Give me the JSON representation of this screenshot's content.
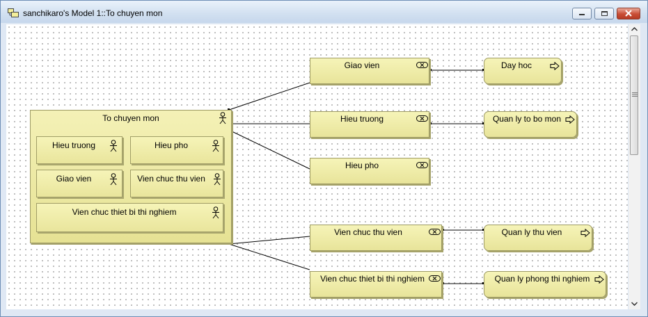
{
  "window": {
    "title": "sanchikaro's Model 1::To chuyen mon"
  },
  "package": {
    "title": "To chuyen mon",
    "members": [
      "Hieu truong",
      "Hieu pho",
      "Giao vien",
      "Vien chuc thu vien",
      "Vien chuc thiet bi thi nghiem"
    ]
  },
  "roles": [
    "Giao vien",
    "Hieu truong",
    "Hieu pho",
    "Vien chuc thu vien",
    "Vien chuc thiet bi thi nghiem"
  ],
  "tasks": [
    "Day hoc",
    "Quan ly to bo mon",
    "Quan ly thu vien",
    "Quan ly phong thi nghiem"
  ],
  "icons": {
    "member": "actor-icon",
    "role": "role-icon",
    "task": "task-arrow-icon"
  },
  "colors": {
    "shape_fill": "#efecab",
    "title_bar": "#d3e1f1"
  }
}
